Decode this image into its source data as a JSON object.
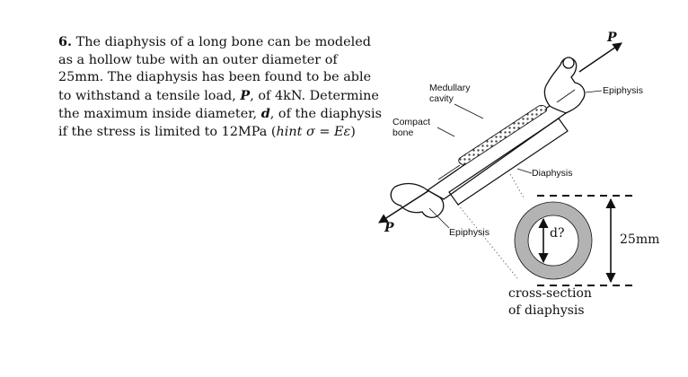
{
  "problem": {
    "number": "6.",
    "text_1": " The diaphysis of a long bone can be modeled as a hollow tube with an outer diameter of 25mm. The diaphysis has been found to be able to withstand a tensile load, ",
    "load_symbol": "P",
    "text_2": ", of 4kN. Determine the maximum inside diameter, ",
    "diameter_symbol": "d",
    "text_3": ", of the diaphysis if the stress is limited to 12MPa  (",
    "hint": "hint σ = Eε",
    "text_4": ")"
  },
  "figure": {
    "load_top": "P",
    "load_bottom": "P",
    "label_medullary": "Medullary cavity",
    "label_medullary_1": "Medullary",
    "label_medullary_2": "cavity",
    "label_compact_1": "Compact",
    "label_compact_2": "bone",
    "label_epiphysis_top": "Epiphysis",
    "label_diaphysis": "Diaphysis",
    "label_epiphysis_bottom": "Epiphysis",
    "inner_dim": "d?",
    "outer_dim": "25mm",
    "cross_section_1": "cross-section",
    "cross_section_2": "of diaphysis"
  },
  "colors": {
    "ring": "#b3b3b3",
    "stroke": "#111111"
  }
}
